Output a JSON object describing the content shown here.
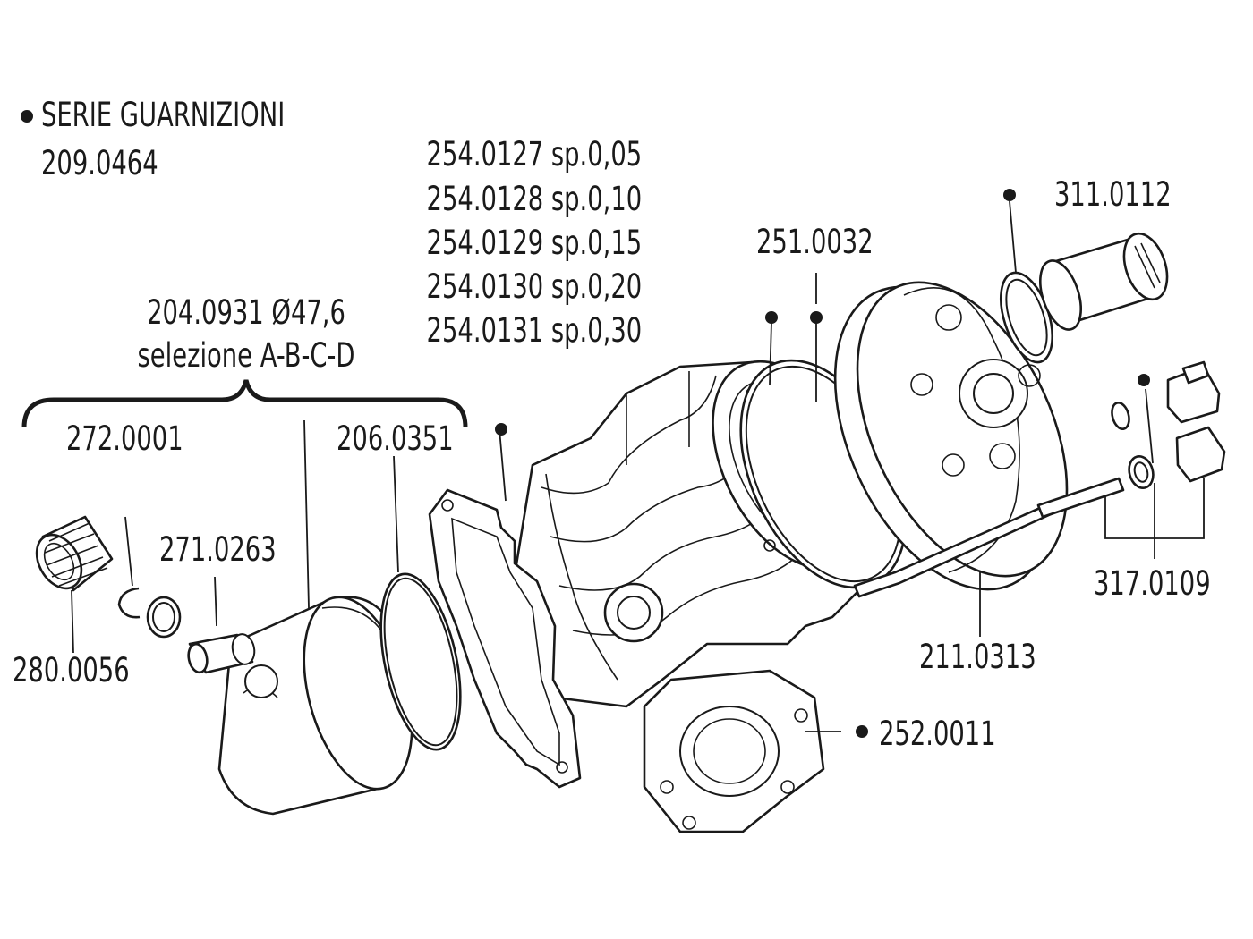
{
  "gasket_set": {
    "title": "SERIE GUARNIZIONI",
    "code": "209.0464"
  },
  "shim_codes": [
    "254.0127 sp.0,05",
    "254.0128 sp.0,10",
    "254.0129 sp.0,15",
    "254.0130 sp.0,20",
    "254.0131 sp.0,30"
  ],
  "piston_assembly": {
    "code": "204.0931 Ø47,6",
    "note": "selezione A-B-C-D"
  },
  "labels": {
    "circlip": "272.0001",
    "piston_ring": "206.0351",
    "piston_pin": "271.0263",
    "needle_bearing": "280.0056",
    "head_gasket": "251.0032",
    "spark_plug_adapter": "311.0112",
    "studs_nuts": "317.0109",
    "cylinder_head": "211.0313",
    "base_gasket": "252.0011"
  }
}
